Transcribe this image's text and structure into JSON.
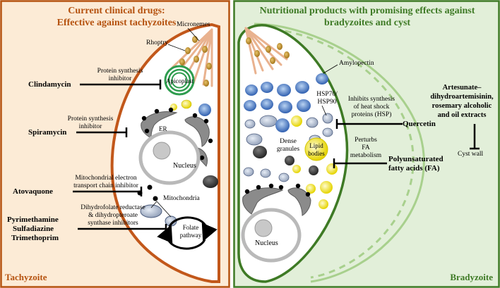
{
  "left_panel": {
    "title_line1": "Current clinical drugs:",
    "title_line2": "Effective against tachyzoites",
    "stage_label": "Tachyzoite",
    "organelles": {
      "micronemes": "Micronemes",
      "rhoptry": "Rhoptry",
      "apicoplast": "Apicoplast",
      "er": "ER",
      "nucleus": "Nucleus",
      "mitochondria": "Mitochondria",
      "folate_line1": "Folate",
      "folate_line2": "pathway"
    },
    "mechanisms": {
      "protein_synth_1_line1": "Protein synthesis",
      "protein_synth_1_line2": "inhibitor",
      "protein_synth_2_line1": "Protein synthesis",
      "protein_synth_2_line2": "inhibitor",
      "mito_line1": "Mitochondrial electron",
      "mito_line2": "transport chain inhibitor",
      "dhfr_line1": "Dihydrofolate reductase",
      "dhfr_line2": "& dihydropteroate",
      "dhfr_line3": "synthase inhibitors"
    },
    "drugs": {
      "clindamycin": "Clindamycin",
      "spiramycin": "Spiramycin",
      "atovaquone": "Atovaquone",
      "pyrimethamine": "Pyrimethamine",
      "sulfadiazine": "Sulfadiazine",
      "trimethoprim": "Trimethoprim"
    }
  },
  "right_panel": {
    "title_line1": "Nutritional products with promising effects against",
    "title_line2": "bradyzoites and cyst",
    "stage_label": "Bradyzoite",
    "organelles": {
      "amylopectin": "Amylopectin",
      "hsp_line1": "HSP70/",
      "hsp_line2": "HSP90",
      "dense_line1": "Dense",
      "dense_line2": "granules",
      "lipid_line1": "Lipid",
      "lipid_line2": "bodies",
      "nucleus": "Nucleus",
      "cyst_wall": "Cyst wall"
    },
    "mechanisms": {
      "hsp_line1": "Inhibits synthesis",
      "hsp_line2": "of heat shock",
      "hsp_line3": "proteins (HSP)",
      "fa_line1": "Perturbs",
      "fa_line2": "FA",
      "fa_line3": "metabolism"
    },
    "products": {
      "quercetin": "Quercetin",
      "pufa_line1": "Polyunsaturated",
      "pufa_line2": "fatty acids (FA)",
      "art_line1": "Artesunate–",
      "art_line2": "dihydroartemisinin,",
      "art_line3": "rosemary alcoholic",
      "art_line4": "and oil extracts"
    }
  },
  "colors": {
    "tachyzoite_border": "#b5520f",
    "tachyzoite_bg": "#fcebd6",
    "bradyzoite_border": "#3e7a25",
    "bradyzoite_bg": "#e2efd9",
    "cyst_wall": "#a8d08d",
    "amylopectin": "#2f5fb0",
    "lipid": "#f2e600",
    "apicoplast": "#2e9c4e"
  }
}
